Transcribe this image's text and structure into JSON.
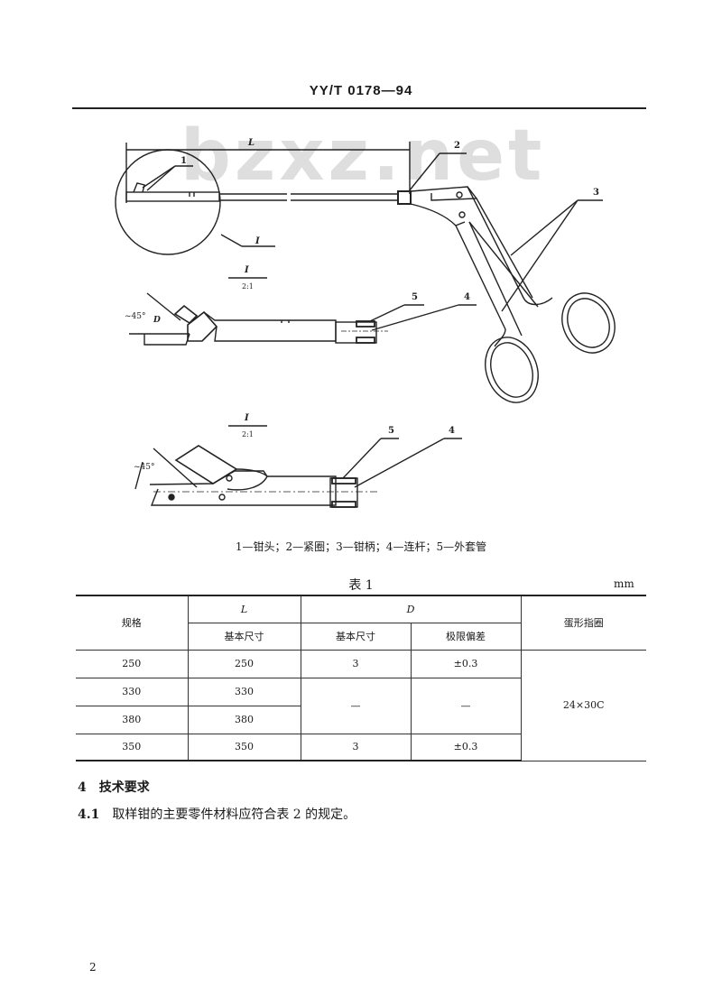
{
  "header": {
    "standard_number": "YY/T 0178—94"
  },
  "watermark": "bzxz.net",
  "figure": {
    "dimension_label": "L",
    "detail_circle_label": "I",
    "callouts": [
      "1",
      "2",
      "3",
      "4",
      "5"
    ],
    "detail_views": [
      {
        "label": "I",
        "scale": "2:1",
        "angle": "~45°",
        "dimension": "D",
        "callouts": [
          "5",
          "4"
        ]
      },
      {
        "label": "I",
        "scale": "2:1",
        "angle": "~45°",
        "callouts": [
          "5",
          "4"
        ]
      }
    ],
    "caption": "1—钳头；2—紧圈；3—钳柄；4—连杆；5—外套管"
  },
  "table": {
    "title": "表 1",
    "unit": "mm",
    "headers": {
      "spec": "规格",
      "L": "L",
      "D": "D",
      "L_basic": "基本尺寸",
      "D_basic": "基本尺寸",
      "D_tolerance": "极限偏差",
      "finger_ring": "蛋形指圈"
    },
    "rows": [
      {
        "spec": "250",
        "L_basic": "250",
        "D_basic": "3",
        "D_tolerance": "±0.3"
      },
      {
        "spec": "330",
        "L_basic": "330",
        "D_basic": "—",
        "D_tolerance": "—"
      },
      {
        "spec": "380",
        "L_basic": "380"
      },
      {
        "spec": "350",
        "L_basic": "350",
        "D_basic": "3",
        "D_tolerance": "±0.3"
      }
    ],
    "finger_ring_value": "24×30C"
  },
  "section": {
    "number": "4",
    "title": "技术要求"
  },
  "clauses": [
    {
      "number": "4.1",
      "text": "取样钳的主要零件材料应符合表 2 的规定。"
    }
  ],
  "page_number": "2"
}
